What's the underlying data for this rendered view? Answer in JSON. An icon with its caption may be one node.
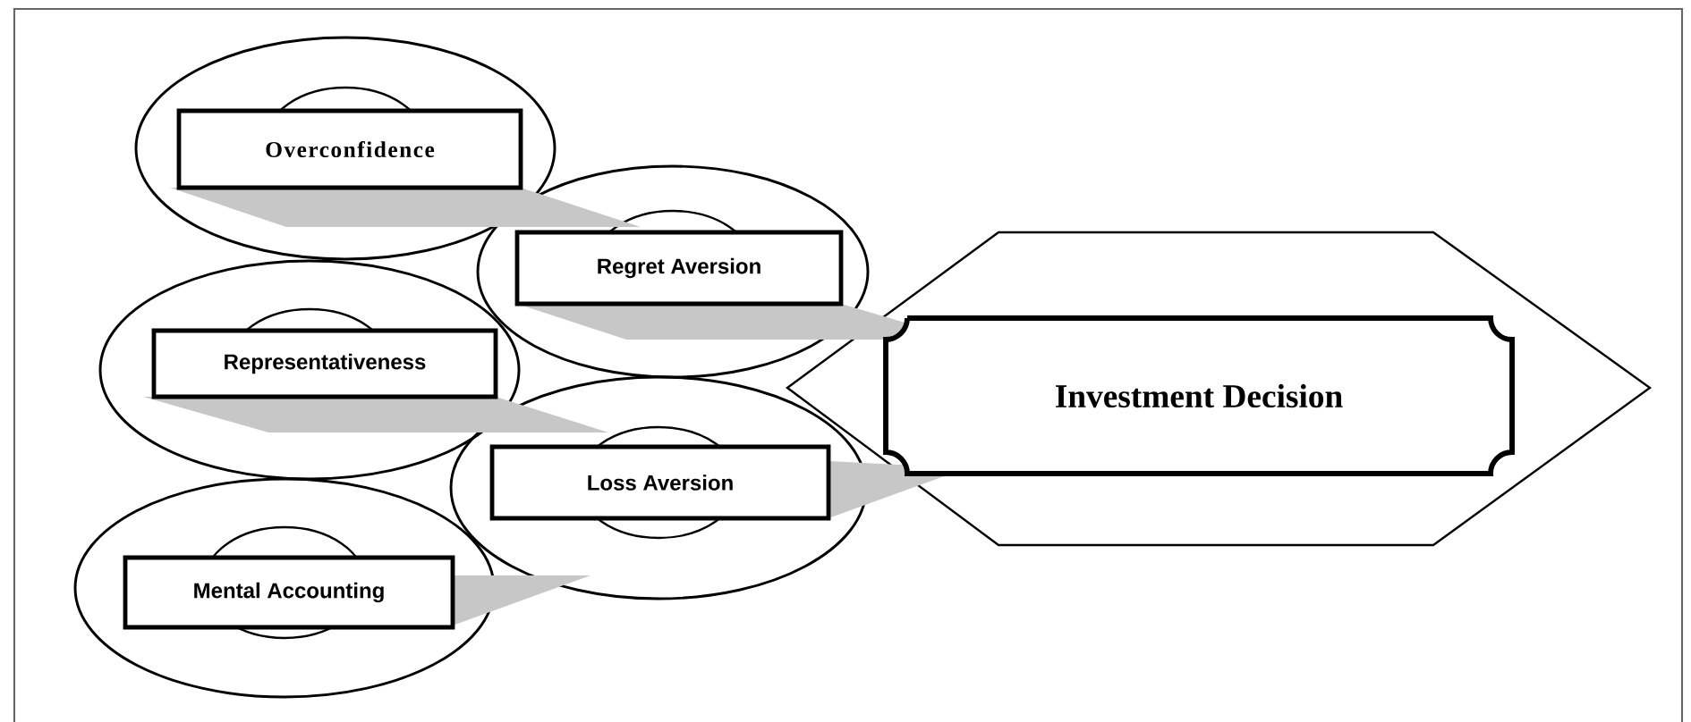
{
  "diagram": {
    "nodes": [
      {
        "text": [],
        "shape": "ellipse"
      },
      {
        "text": [
          "Overconfidence"
        ],
        "in": 0
      },
      {
        "text": [],
        "shape": "ellipse"
      },
      {
        "text": [
          "Regret Aversion"
        ],
        "in": 2
      },
      {
        "text": [],
        "shape": "ellipse"
      },
      {
        "text": [
          "Representativeness"
        ],
        "in": 4
      },
      {
        "text": [],
        "shape": "ellipse"
      },
      {
        "text": [
          "Loss Aversion"
        ],
        "in": 6
      },
      {
        "text": [],
        "shape": "ellipse"
      },
      {
        "text": [
          "Mental Accounting"
        ],
        "in": 8
      },
      {
        "text": [],
        "shape": "hexagon"
      },
      {
        "text": [
          "Investment Decision"
        ],
        "in": 10
      }
    ]
  }
}
